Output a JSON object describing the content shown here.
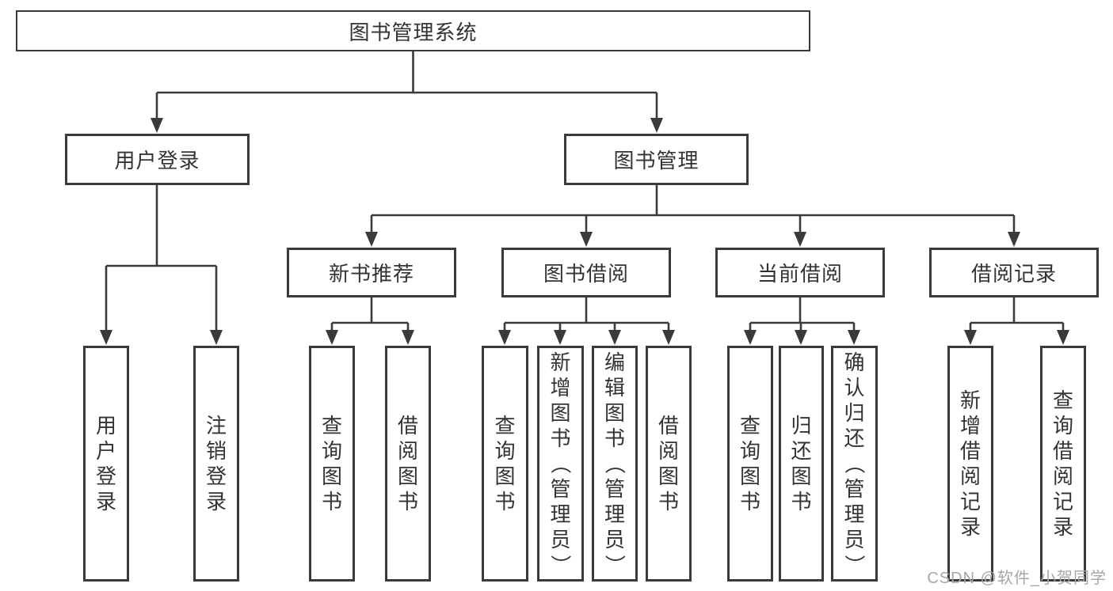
{
  "diagram": {
    "type": "hierarchy-tree",
    "colors": {
      "line": "#3a3a3a",
      "border": "#3a3a3a",
      "text": "#333333",
      "background": "#ffffff",
      "watermark": "#a6a6a6"
    },
    "watermark": "CSDN @软件_小贺同学",
    "nodes": {
      "root": "图书管理系统",
      "user_login": "用户登录",
      "book_mgmt": "图书管理",
      "login": "用户登录",
      "logout": "注销登录",
      "new_book_rec": "新书推荐",
      "book_borrow": "图书借阅",
      "current_borrow": "当前借阅",
      "borrow_records": "借阅记录",
      "rec_query_books": "查询图书",
      "rec_borrow_books": "借阅图书",
      "bb_query_books": "查询图书",
      "bb_add_books": "新增图书（管理员）",
      "bb_edit_books": "编辑图书（管理员）",
      "bb_borrow_books": "借阅图书",
      "cb_query_books": "查询图书",
      "cb_return_books": "归还图书",
      "cb_confirm_return": "确认归还（管理员）",
      "br_add_record": "新增借阅记录",
      "br_query_record": "查询借阅记录"
    },
    "edges": [
      [
        "图书管理系统",
        "用户登录"
      ],
      [
        "图书管理系统",
        "图书管理"
      ],
      [
        "用户登录",
        "用户登录"
      ],
      [
        "用户登录",
        "注销登录"
      ],
      [
        "图书管理",
        "新书推荐"
      ],
      [
        "图书管理",
        "图书借阅"
      ],
      [
        "图书管理",
        "当前借阅"
      ],
      [
        "图书管理",
        "借阅记录"
      ],
      [
        "新书推荐",
        "查询图书"
      ],
      [
        "新书推荐",
        "借阅图书"
      ],
      [
        "图书借阅",
        "查询图书"
      ],
      [
        "图书借阅",
        "新增图书（管理员）"
      ],
      [
        "图书借阅",
        "编辑图书（管理员）"
      ],
      [
        "图书借阅",
        "借阅图书"
      ],
      [
        "当前借阅",
        "查询图书"
      ],
      [
        "当前借阅",
        "归还图书"
      ],
      [
        "当前借阅",
        "确认归还（管理员）"
      ],
      [
        "借阅记录",
        "新增借阅记录"
      ],
      [
        "借阅记录",
        "查询借阅记录"
      ]
    ]
  }
}
